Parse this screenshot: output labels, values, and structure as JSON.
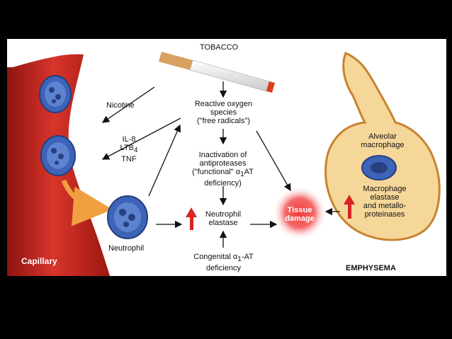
{
  "diagram": {
    "tobacco": "TOBACCO",
    "nicotine": "Nicotine",
    "ros_line1": "Reactive oxygen",
    "ros_line2": "species",
    "ros_line3": "(\"free radicals\")",
    "cytokine_1": "IL-8",
    "cytokine_2": "LTB",
    "cytokine_2_sub": "4",
    "cytokine_3": "TNF",
    "inact_line1": "Inactivation of",
    "inact_line2": "antiproteases",
    "inact_line3_a": "(\"functional\" α",
    "inact_line3_sub": "1",
    "inact_line3_b": "AT",
    "inact_line4": "deficiency)",
    "neutrophil_elastase_1": "Neutrophil",
    "neutrophil_elastase_2": "elastase",
    "congenital_a": "Congenital α",
    "congenital_sub": "1",
    "congenital_b": "-AT",
    "congenital_line2": "deficiency",
    "neutrophil": "Neutrophil",
    "tissue_line1": "Tissue",
    "tissue_line2": "damage",
    "alveolar_1": "Alveolar",
    "alveolar_2": "macrophage",
    "mac_elastase_1": "Macrophage",
    "mac_elastase_2": "elastase",
    "mac_elastase_3": "and metallo-",
    "mac_elastase_4": "proteinases",
    "capillary": "Capillary",
    "emphysema": "EMPHYSEMA"
  },
  "colors": {
    "vessel": "#c8231c",
    "vessel_dark": "#8e1410",
    "cell": "#3d64b8",
    "alveolus": "#f6d79a",
    "alveolus_edge": "#c7832e",
    "tissue_glow": "#f03a3a",
    "up_arrow": "#d92424",
    "migration_arrow": "#f0a040"
  }
}
